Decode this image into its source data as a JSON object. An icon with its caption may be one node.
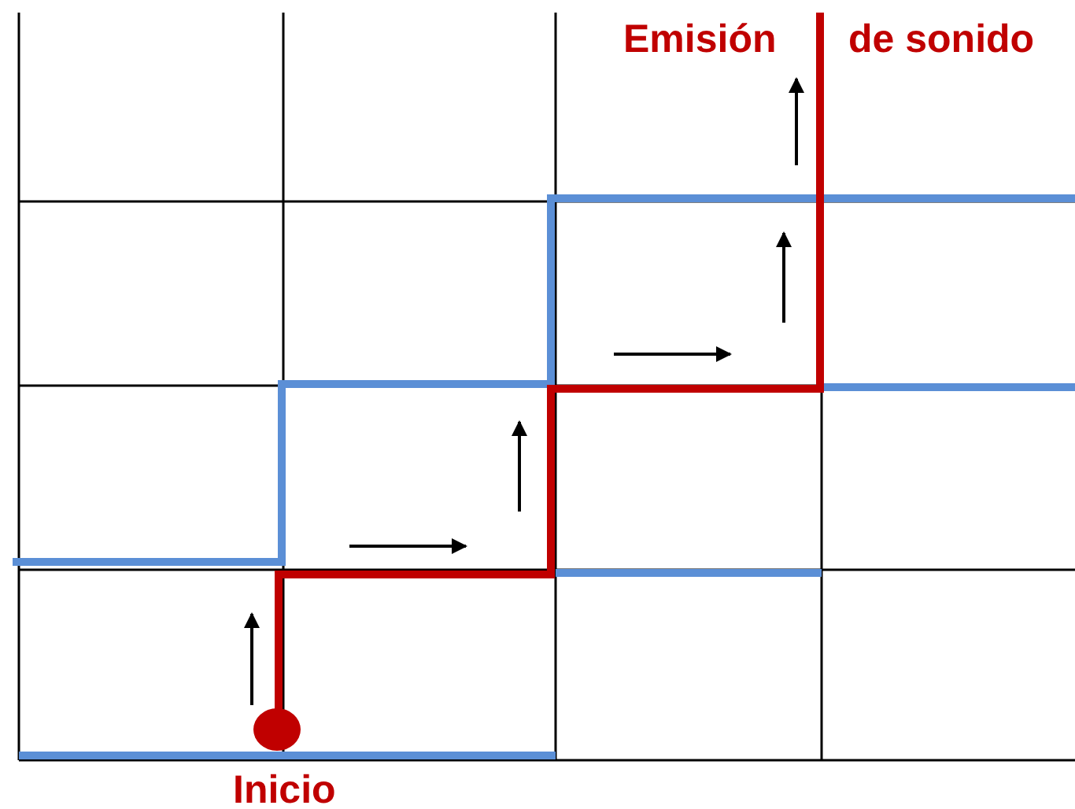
{
  "diagram": {
    "nodes": [
      {
        "text": [],
        "shape": "circle",
        "beside": [
          "Inicio"
        ]
      }
    ],
    "labels": [
      "Emisión",
      "de sonido"
    ]
  }
}
